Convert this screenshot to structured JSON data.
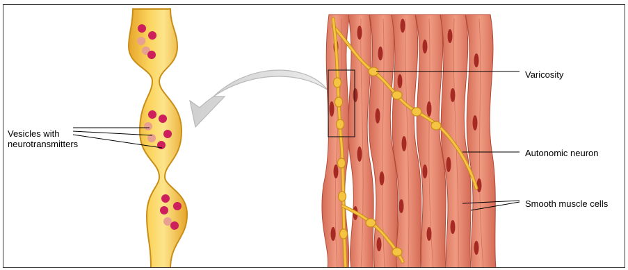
{
  "labels": {
    "vesicles_line1": "Vesicles with",
    "vesicles_line2": "neurotransmitters",
    "varicosity": "Varicosity",
    "autonomic_neuron": "Autonomic neuron",
    "smooth_muscle_cells": "Smooth muscle cells"
  },
  "colors": {
    "muscle_fill": "#e98a74",
    "muscle_edge": "#b24a38",
    "nucleus": "#a52a24",
    "neuron_fill": "#f6c443",
    "neuron_edge": "#c98e17",
    "vesicle": "#cc1f5b",
    "arrow": "#d8d8d8"
  }
}
